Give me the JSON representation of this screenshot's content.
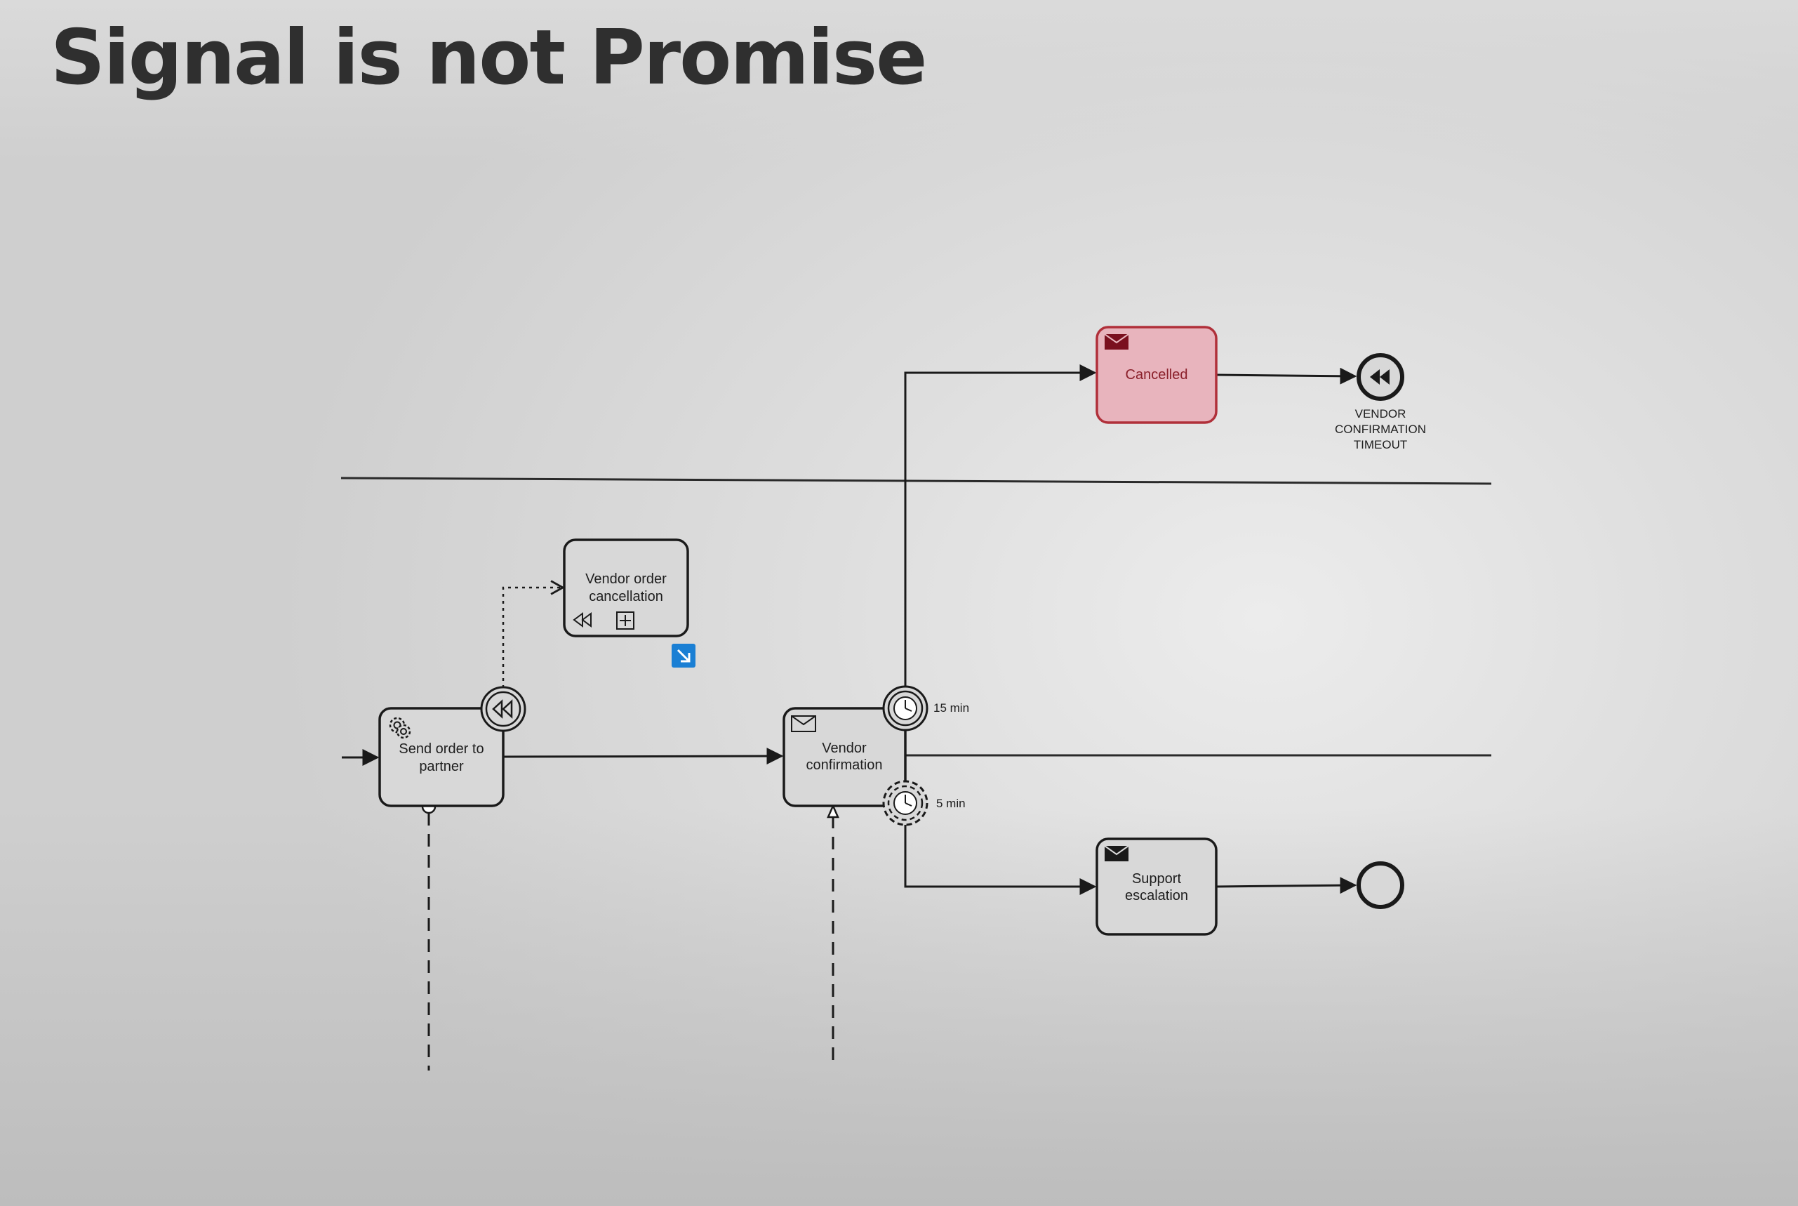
{
  "title": "Signal is not Promise",
  "diagram": {
    "tasks": {
      "send_order": {
        "line1": "Send order to",
        "line2": "partner"
      },
      "vendor_order_cancellation": {
        "line1": "Vendor order",
        "line2": "cancellation"
      },
      "vendor_confirmation": {
        "line1": "Vendor",
        "line2": "confirmation"
      },
      "cancelled": {
        "label": "Cancelled",
        "fill_color": "#e8b4bd",
        "stroke_color": "#b0303a"
      },
      "support_escalation": {
        "line1": "Support",
        "line2": "escalation"
      }
    },
    "events": {
      "timer_interrupting": {
        "label": "15 min"
      },
      "timer_non_interrupting": {
        "label": "5 min"
      },
      "end_vendor_timeout": {
        "line1": "VENDOR",
        "line2": "CONFIRMATION",
        "line3": "TIMEOUT"
      }
    },
    "icons": {
      "marker_color": "#1a7fd4"
    }
  }
}
